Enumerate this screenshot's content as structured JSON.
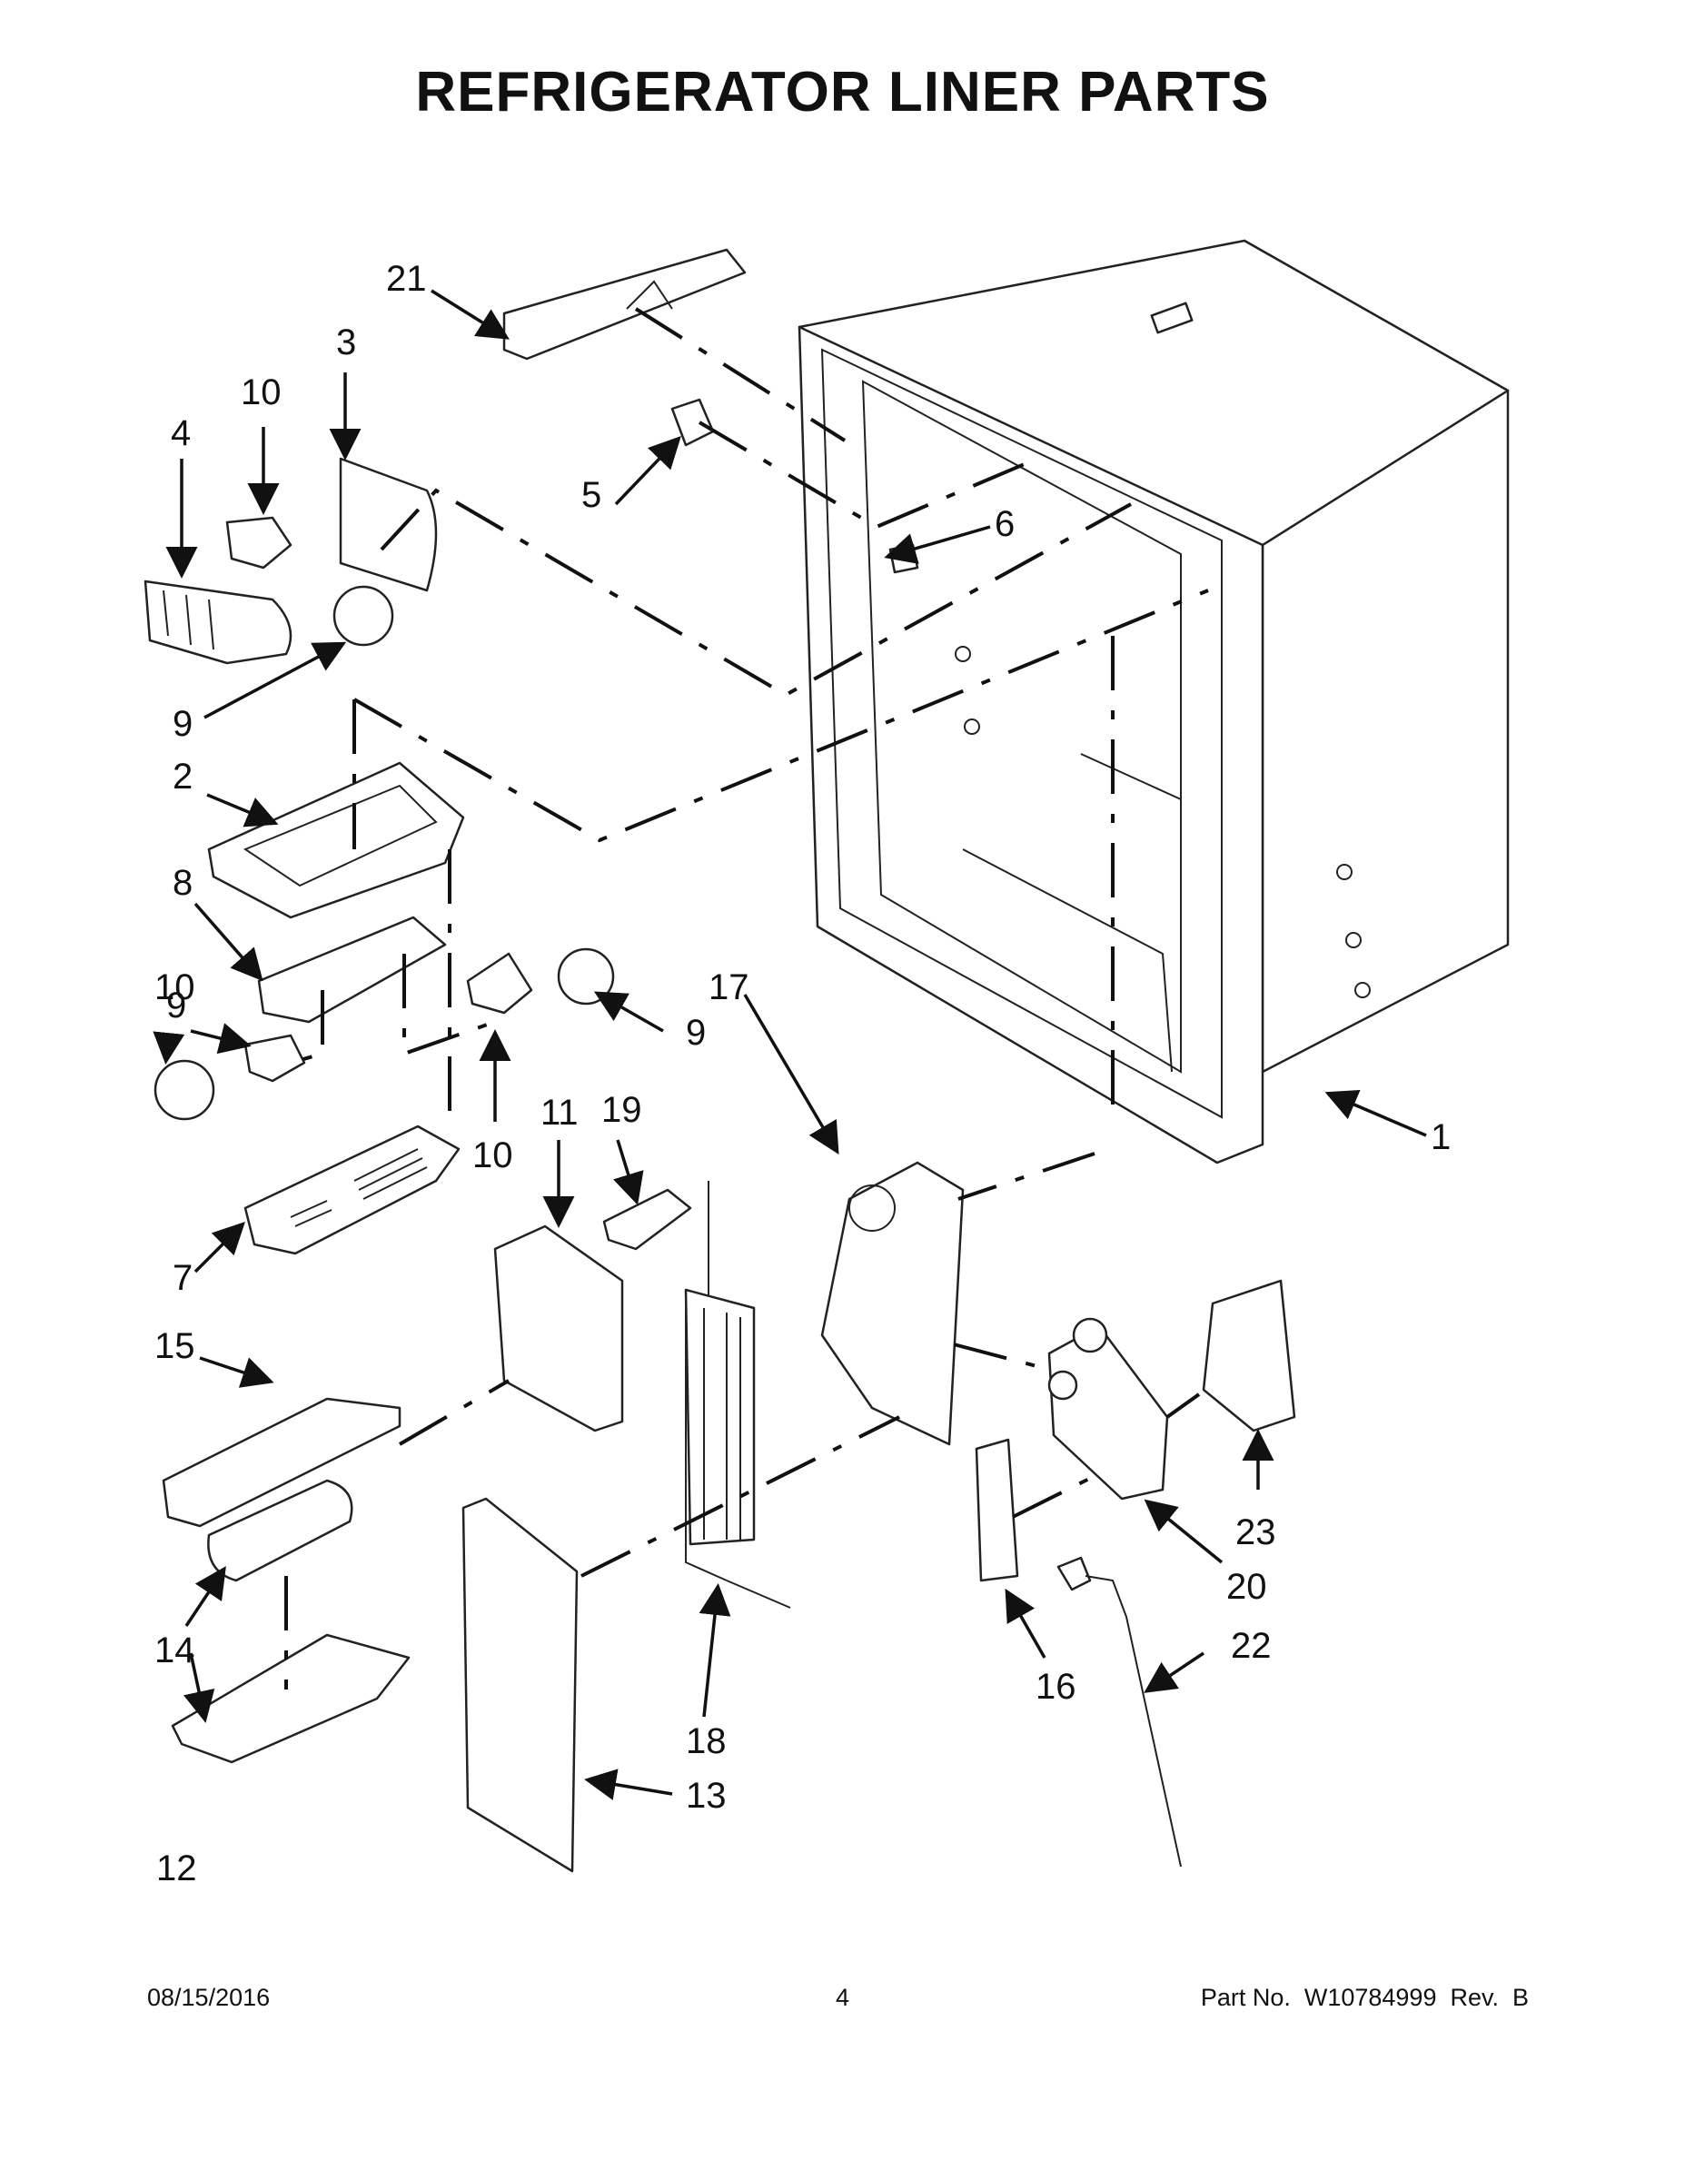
{
  "title": "REFRIGERATOR LINER PARTS",
  "footer": {
    "date": "08/15/2016",
    "page": "4",
    "part_number": "Part No.  W10784999  Rev.  B"
  },
  "callouts": {
    "c1": "1",
    "c2": "2",
    "c3": "3",
    "c4": "4",
    "c5": "5",
    "c6": "6",
    "c7": "7",
    "c8": "8",
    "c9a": "9",
    "c9b": "9",
    "c9c": "9",
    "c10a": "10",
    "c10b": "10",
    "c10c": "10",
    "c11": "11",
    "c12": "12",
    "c13": "13",
    "c14": "14",
    "c15": "15",
    "c16": "16",
    "c17": "17",
    "c18": "18",
    "c19": "19",
    "c20": "20",
    "c21": "21",
    "c22": "22",
    "c23": "23"
  }
}
